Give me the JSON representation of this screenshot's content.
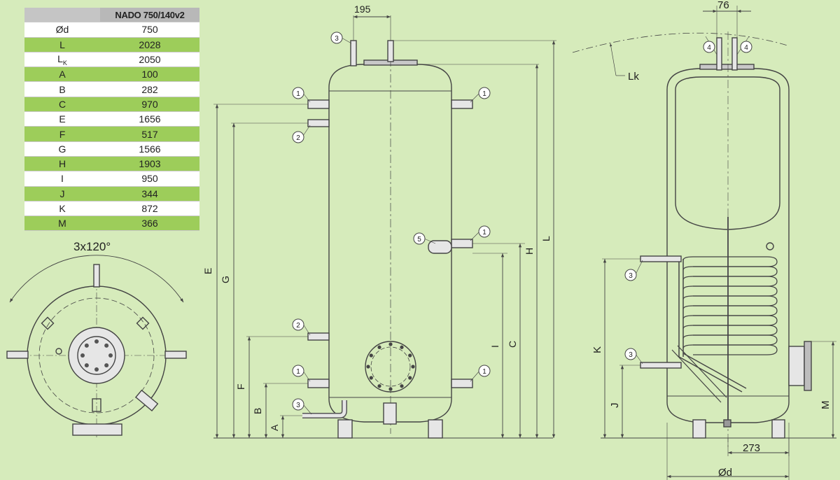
{
  "spec_table": {
    "model": "NADO 750/140v2",
    "rows": [
      {
        "param": "Ød",
        "value": "750"
      },
      {
        "param": "L",
        "value": "2028"
      },
      {
        "param": "L",
        "sub": "K",
        "value": "2050"
      },
      {
        "param": "A",
        "value": "100"
      },
      {
        "param": "B",
        "value": "282"
      },
      {
        "param": "C",
        "value": "970"
      },
      {
        "param": "E",
        "value": "1656"
      },
      {
        "param": "F",
        "value": "517"
      },
      {
        "param": "G",
        "value": "1566"
      },
      {
        "param": "H",
        "value": "1903"
      },
      {
        "param": "I",
        "value": "950"
      },
      {
        "param": "J",
        "value": "344"
      },
      {
        "param": "K",
        "value": "872"
      },
      {
        "param": "M",
        "value": "366"
      }
    ]
  },
  "top_view": {
    "angle_label": "3x120°"
  },
  "front_view": {
    "width_dim": "195",
    "callouts": {
      "top_left_pipe": "3",
      "upper_left": "1",
      "upper_right": "1",
      "second_left": "2",
      "mid_right": "1",
      "mid_pipe": "5",
      "lower_left_2": "2",
      "bottom_left": "1",
      "bottom_right": "1",
      "bottom_outlet": "3"
    },
    "dims": {
      "E": "E",
      "G": "G",
      "F": "F",
      "B": "B",
      "A": "A",
      "I": "I",
      "C": "C",
      "H": "H",
      "L": "L"
    }
  },
  "side_view": {
    "width_dim": "76",
    "offset_dim": "273",
    "diameter_dim": "Ød",
    "lk_label": "Lk",
    "callouts": {
      "top_left": "4",
      "top_right": "4",
      "coil_upper": "3",
      "coil_lower": "3"
    },
    "dims": {
      "K": "K",
      "J": "J",
      "M": "M"
    }
  },
  "colors": {
    "background": "#d6ebbb",
    "table_green": "#9dcd5a",
    "line": "#444444"
  }
}
